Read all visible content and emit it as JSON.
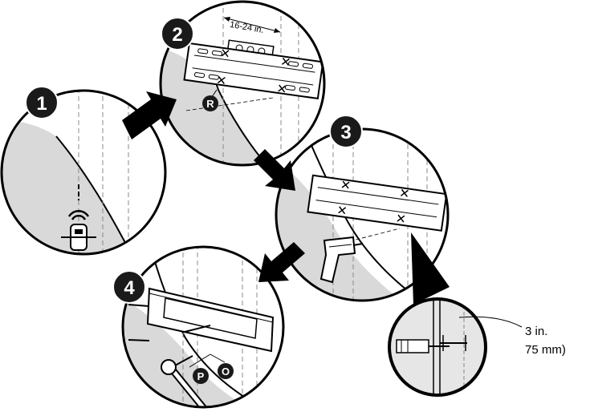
{
  "steps": [
    {
      "number": "1"
    },
    {
      "number": "2"
    },
    {
      "number": "3"
    },
    {
      "number": "4"
    }
  ],
  "labels": {
    "stud_spacing": "16-24 in.",
    "part_r": "R",
    "part_p": "P",
    "part_o": "O",
    "depth_line1": "3 in.",
    "depth_line2": "75 mm)"
  },
  "colors": {
    "wall_gray": "#d9d9d9",
    "outline": "#000000",
    "badge": "#1a1a1a"
  },
  "icons": [
    "stud-finder-icon",
    "level-icon",
    "drill-icon",
    "socket-wrench-icon",
    "arrow-icon"
  ]
}
